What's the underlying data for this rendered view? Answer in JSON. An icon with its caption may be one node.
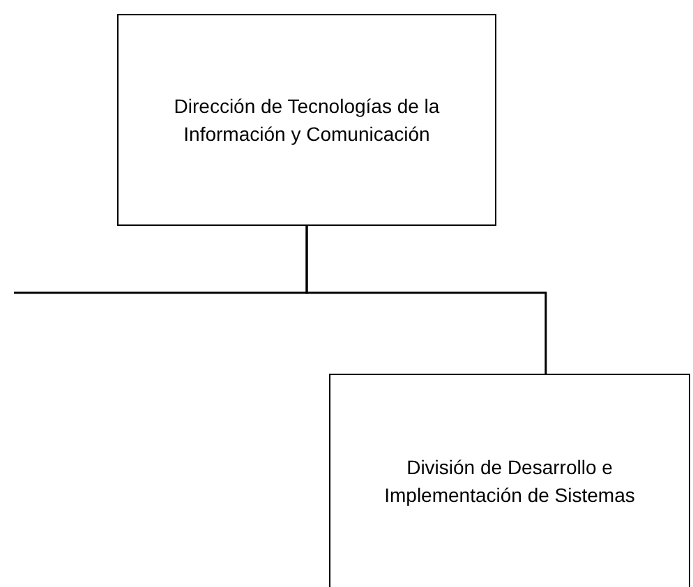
{
  "diagram": {
    "nodes": [
      {
        "text": [
          "Dirección de Tecnologías de la Información y Comunicación"
        ]
      },
      {
        "text": [
          "División de Desarrollo e Implementación de Sistemas"
        ]
      }
    ],
    "edges": [
      {
        "from": 0,
        "to": 1,
        "arrow": "none"
      },
      {
        "from": 0,
        "to": null,
        "arrow": "none"
      }
    ]
  }
}
